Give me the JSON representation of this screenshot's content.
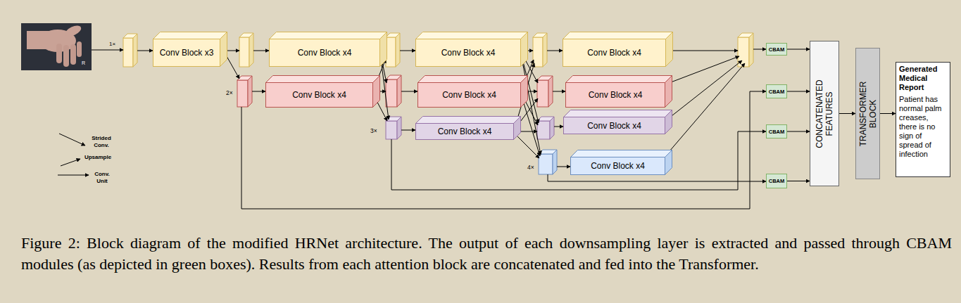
{
  "diagram": {
    "caption": "Figure 2: Block diagram of the modified HRNet architecture. The output of each downsampling layer is extracted and passed through CBAM modules (as depicted in green boxes). Results from each attention block are concatenated and fed into the Transformer.",
    "nodes": [
      {
        "text": [
          "Conv Block x3"
        ]
      },
      {
        "text": [
          "Conv Block x4"
        ]
      },
      {
        "text": [
          "Conv Block x4"
        ]
      },
      {
        "text": [
          "Conv Block x4"
        ]
      },
      {
        "text": [
          "Conv Block x4"
        ]
      },
      {
        "text": [
          "Conv Block x4"
        ]
      },
      {
        "text": [
          "Conv Block x4"
        ]
      },
      {
        "text": [
          "Conv Block x4"
        ]
      },
      {
        "text": [
          "Conv Block x4"
        ]
      },
      {
        "text": [
          "Conv Block x4"
        ]
      },
      {
        "text": [
          "CBAM"
        ]
      },
      {
        "text": [
          "CBAM"
        ]
      },
      {
        "text": [
          "CBAM"
        ]
      },
      {
        "text": [
          "CBAM"
        ]
      },
      {
        "text": [
          "CONCATENATED FEATURES"
        ]
      },
      {
        "text": [
          "TRANSFORMER BLOCK"
        ]
      },
      {
        "text": [
          "Generated Medical Report",
          "Patient has normal palm creases, there is no sign of spread of infection"
        ]
      }
    ],
    "edges": [
      {
        "from": 10,
        "to": 14,
        "arrow": "to"
      },
      {
        "from": 11,
        "to": 14,
        "arrow": "to"
      },
      {
        "from": 12,
        "to": 14,
        "arrow": "to"
      },
      {
        "from": 13,
        "to": 14,
        "arrow": "to"
      },
      {
        "from": 14,
        "to": 15,
        "arrow": "to"
      },
      {
        "from": 15,
        "to": 16,
        "arrow": "to"
      }
    ],
    "labels": [
      "R",
      "1×",
      "2×",
      "3×",
      "4×"
    ],
    "legend": [
      {
        "text": "Strided Conv."
      },
      {
        "text": "Upsample"
      },
      {
        "text": "Conv. Unit"
      }
    ]
  }
}
